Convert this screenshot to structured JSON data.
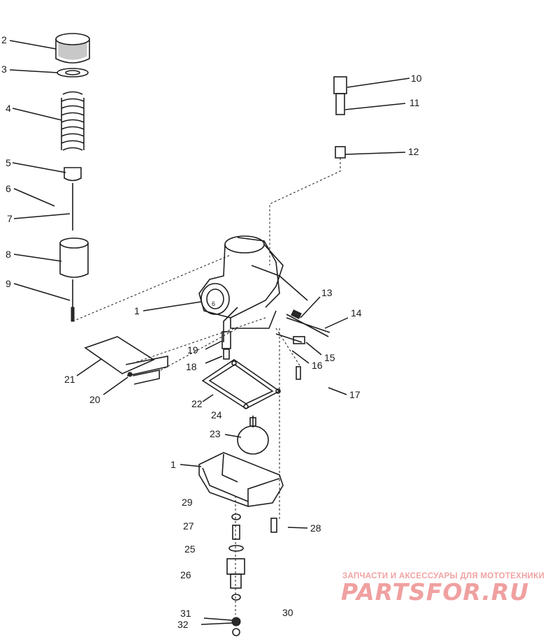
{
  "callouts": [
    {
      "id": "c2",
      "label": "2"
    },
    {
      "id": "c3",
      "label": "3"
    },
    {
      "id": "c4",
      "label": "4"
    },
    {
      "id": "c5",
      "label": "5"
    },
    {
      "id": "c6",
      "label": "6"
    },
    {
      "id": "c7",
      "label": "7"
    },
    {
      "id": "c8",
      "label": "8"
    },
    {
      "id": "c9",
      "label": "9"
    },
    {
      "id": "c10",
      "label": "10"
    },
    {
      "id": "c11",
      "label": "11"
    },
    {
      "id": "c12",
      "label": "12"
    },
    {
      "id": "c1a",
      "label": "1"
    },
    {
      "id": "c13",
      "label": "13"
    },
    {
      "id": "c14",
      "label": "14"
    },
    {
      "id": "c15",
      "label": "15"
    },
    {
      "id": "c16",
      "label": "16"
    },
    {
      "id": "c17",
      "label": "17"
    },
    {
      "id": "c19",
      "label": "19"
    },
    {
      "id": "c18",
      "label": "18"
    },
    {
      "id": "c21",
      "label": "21"
    },
    {
      "id": "c20",
      "label": "20"
    },
    {
      "id": "c22",
      "label": "22"
    },
    {
      "id": "c24",
      "label": "24"
    },
    {
      "id": "c23",
      "label": "23"
    },
    {
      "id": "c1b",
      "label": "1"
    },
    {
      "id": "c29",
      "label": "29"
    },
    {
      "id": "c27",
      "label": "27"
    },
    {
      "id": "c28",
      "label": "28"
    },
    {
      "id": "c25",
      "label": "25"
    },
    {
      "id": "c26",
      "label": "26"
    },
    {
      "id": "c31",
      "label": "31"
    },
    {
      "id": "c30",
      "label": "30"
    },
    {
      "id": "c32",
      "label": "32"
    }
  ],
  "carb_marking": "6",
  "watermark": {
    "tagline": "ЗАПЧАСТИ И АКСЕССУАРЫ ДЛЯ МОТОТЕХНИКИ",
    "brand": "PARTSFOR.RU",
    "color": "#f0a0a0"
  }
}
